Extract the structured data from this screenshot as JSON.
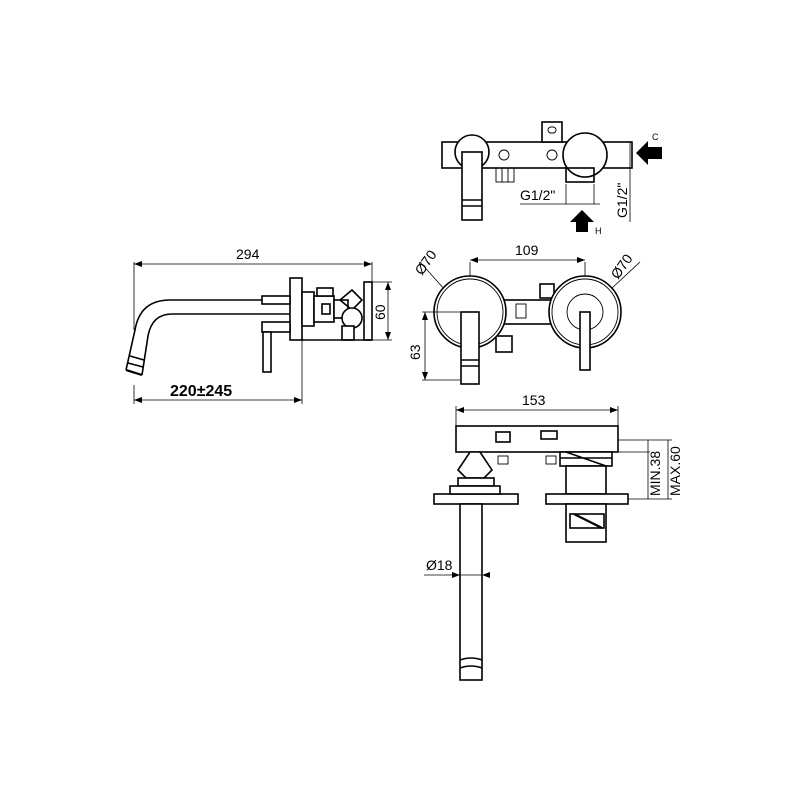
{
  "dimensions": {
    "total_length": "294",
    "spout_range": "220±245",
    "body_height": "60",
    "plate_spacing": "109",
    "plate_diameter_left": "Ø70",
    "plate_diameter_right": "Ø70",
    "vertical_offset": "63",
    "box_width": "153",
    "min_depth": "MIN.38",
    "max_depth": "MAX.60",
    "spout_diameter": "Ø18"
  },
  "connections": {
    "thread_bottom": "G1/2\"",
    "thread_side": "G1/2\"",
    "cold_label": "C",
    "hot_label": "H"
  }
}
